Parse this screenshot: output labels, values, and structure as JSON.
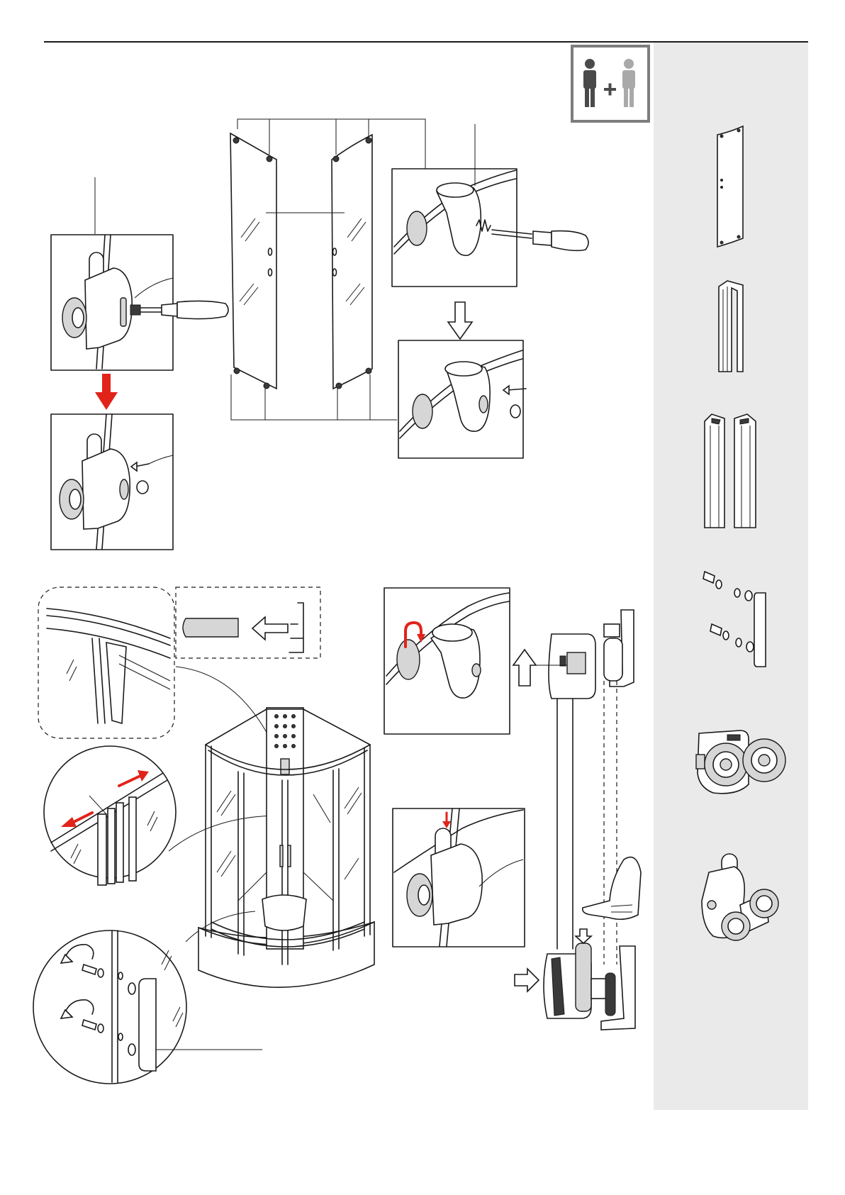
{
  "page": {
    "background": "#ffffff",
    "sidebar_color": "#eaeaeb",
    "accent_red": "#e2231a",
    "line_color": "#1a1a1a"
  },
  "icons": {
    "two_person": "two-person-assembly-icon",
    "screwdriver": "screwdriver-icon",
    "red_arrow": "red-arrow-icon",
    "hand": "pointing-hand-icon"
  },
  "parts": [
    "curved-glass-panel",
    "vertical-profile",
    "corner-profile-pair",
    "door-handle-with-screws",
    "top-roller",
    "bottom-roller"
  ]
}
